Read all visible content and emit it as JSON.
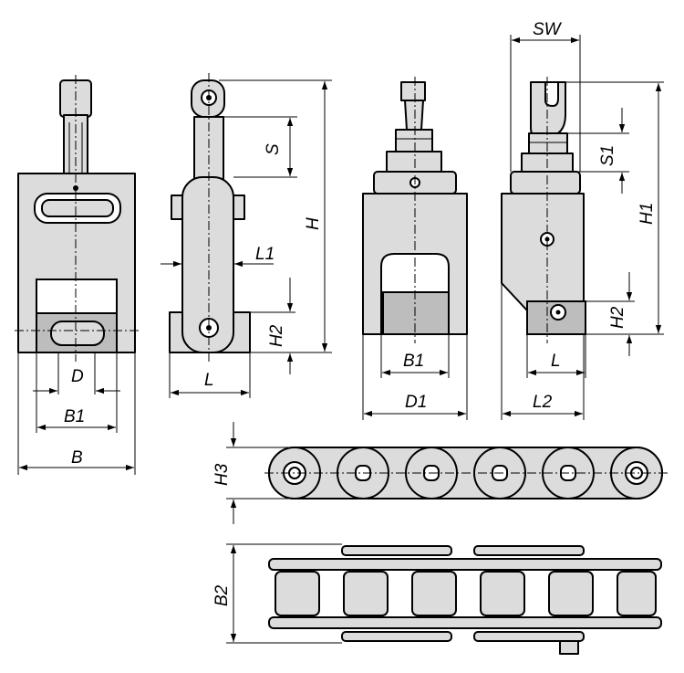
{
  "labels": {
    "D": "D",
    "B1": "B1",
    "B": "B",
    "L1": "L1",
    "S": "S",
    "H": "H",
    "H2": "H2",
    "L": "L",
    "D1": "D1",
    "SW": "SW",
    "S1": "S1",
    "H1": "H1",
    "L2": "L2",
    "H3": "H3",
    "B2": "B2"
  }
}
